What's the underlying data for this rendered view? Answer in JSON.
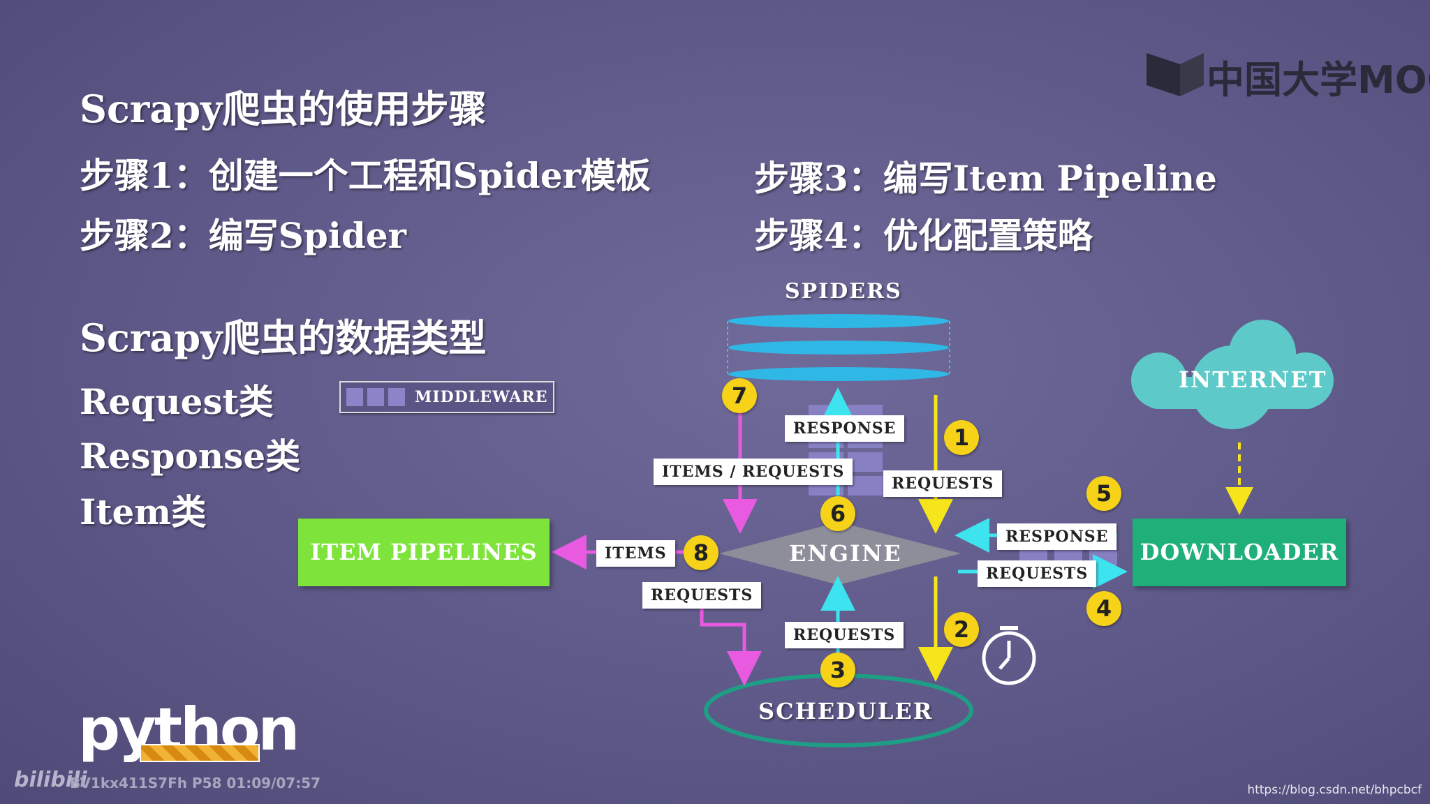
{
  "branding": {
    "logo_text": "中国大学MOOC",
    "python_logo": "python",
    "bilibili_logo": "bilibili",
    "video_info": "BV1kx411S7Fh P58 01:09/07:57",
    "watermark_url": "https://blog.csdn.net/bhpcbcf"
  },
  "steps": {
    "title": "Scrapy爬虫的使用步骤",
    "step1": "步骤1：创建一个工程和Spider模板",
    "step2": "步骤2：编写Spider",
    "step3": "步骤3：编写Item Pipeline",
    "step4": "步骤4：优化配置策略"
  },
  "types": {
    "title": "Scrapy爬虫的数据类型",
    "items": [
      "Request类",
      "Response类",
      "Item类"
    ]
  },
  "diagram": {
    "middleware_label": "MIDDLEWARE",
    "spiders": "SPIDERS",
    "engine": "ENGINE",
    "scheduler": "SCHEDULER",
    "item_pipelines": "ITEM PIPELINES",
    "downloader": "DOWNLOADER",
    "internet": "INTERNET",
    "labels": {
      "response_top": "RESPONSE",
      "items_requests": "ITEMS / REQUESTS",
      "requests_1": "REQUESTS",
      "items": "ITEMS",
      "requests_left": "REQUESTS",
      "requests_3": "REQUESTS",
      "response_5": "RESPONSE",
      "requests_4": "REQUESTS"
    },
    "numbers": [
      "1",
      "2",
      "3",
      "4",
      "5",
      "6",
      "7",
      "8"
    ],
    "colors": {
      "pipelines": "#7ee33a",
      "downloader": "#1fb07a",
      "internet": "#5ec9c9",
      "engine": "#8e8e9a",
      "spiders": "#2fb8e6",
      "scheduler_ring": "#1f9e86",
      "yellow": "#f6d318",
      "magenta": "#e85be0",
      "cyan": "#3ee3f0"
    }
  }
}
